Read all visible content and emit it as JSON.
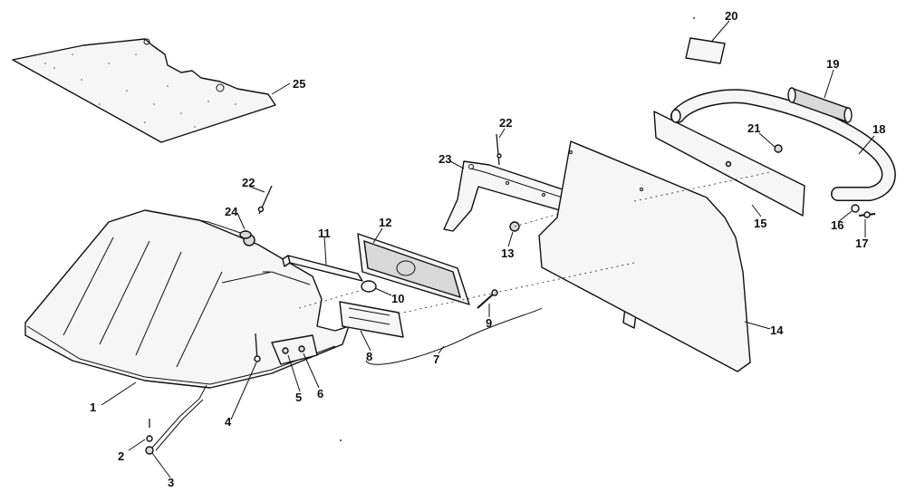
{
  "callouts": [
    {
      "id": "c1",
      "text": "1"
    },
    {
      "id": "c2",
      "text": "2"
    },
    {
      "id": "c3",
      "text": "3"
    },
    {
      "id": "c4",
      "text": "4"
    },
    {
      "id": "c5",
      "text": "5"
    },
    {
      "id": "c6",
      "text": "6"
    },
    {
      "id": "c7",
      "text": "7"
    },
    {
      "id": "c8",
      "text": "8"
    },
    {
      "id": "c9",
      "text": "9"
    },
    {
      "id": "c10",
      "text": "10"
    },
    {
      "id": "c11",
      "text": "11"
    },
    {
      "id": "c12",
      "text": "12"
    },
    {
      "id": "c13",
      "text": "13"
    },
    {
      "id": "c14",
      "text": "14"
    },
    {
      "id": "c15",
      "text": "15"
    },
    {
      "id": "c16",
      "text": "16"
    },
    {
      "id": "c17",
      "text": "17"
    },
    {
      "id": "c18",
      "text": "18"
    },
    {
      "id": "c19",
      "text": "19"
    },
    {
      "id": "c20",
      "text": "20"
    },
    {
      "id": "c21",
      "text": "21"
    },
    {
      "id": "c22a",
      "text": "22"
    },
    {
      "id": "c22b",
      "text": "22"
    },
    {
      "id": "c23",
      "text": "23"
    },
    {
      "id": "c24",
      "text": "24"
    },
    {
      "id": "c25",
      "text": "25"
    }
  ]
}
